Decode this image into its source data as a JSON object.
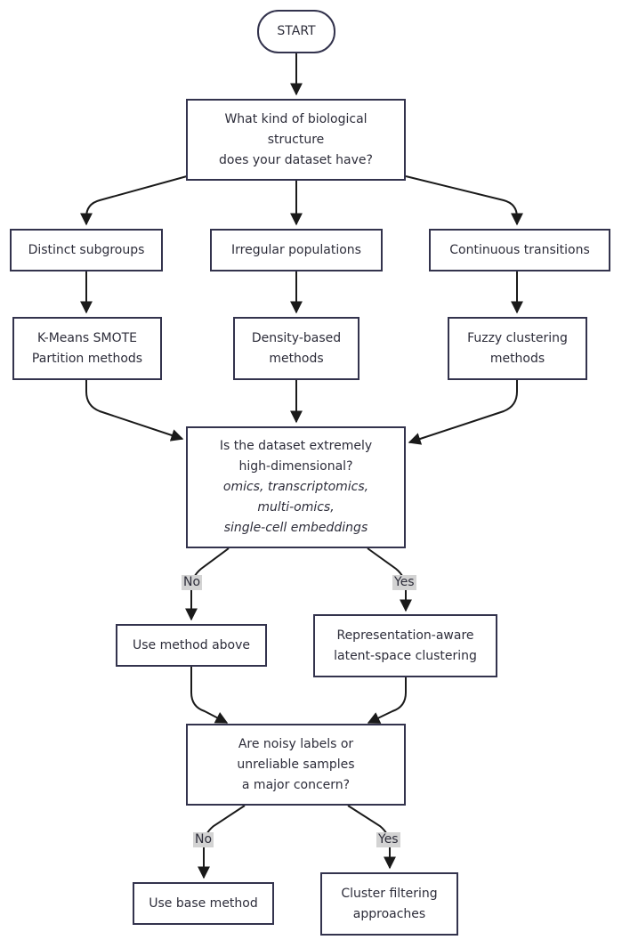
{
  "nodes": {
    "start": {
      "label": "START"
    },
    "q_structure": {
      "lines": [
        "What kind of biological",
        "structure",
        "does your dataset have?"
      ]
    },
    "distinct": {
      "label": "Distinct subgroups"
    },
    "irregular": {
      "label": "Irregular populations"
    },
    "continuous": {
      "label": "Continuous transitions"
    },
    "kmeans": {
      "lines": [
        "K-Means SMOTE",
        "Partition methods"
      ]
    },
    "density": {
      "lines": [
        "Density-based",
        "methods"
      ]
    },
    "fuzzy": {
      "lines": [
        "Fuzzy clustering",
        "methods"
      ]
    },
    "q_highdim": {
      "lines": [
        "Is the dataset extremely",
        "high-dimensional?"
      ],
      "italic_lines": [
        "omics, transcriptomics,",
        "multi-omics,",
        "single-cell embeddings"
      ]
    },
    "use_above": {
      "label": "Use method above"
    },
    "repr": {
      "lines": [
        "Representation-aware",
        "latent-space clustering"
      ]
    },
    "q_noisy": {
      "lines": [
        "Are noisy labels or",
        "unreliable samples",
        "a major concern?"
      ]
    },
    "use_base": {
      "label": "Use base method"
    },
    "filtering": {
      "lines": [
        "Cluster filtering",
        "approaches"
      ]
    }
  },
  "edge_labels": {
    "highdim_no": "No",
    "highdim_yes": "Yes",
    "noisy_no": "No",
    "noisy_yes": "Yes"
  },
  "colors": {
    "stroke": "#33334d",
    "text": "#2d2d3a",
    "edge_label_bg": "#d3d3d3"
  }
}
